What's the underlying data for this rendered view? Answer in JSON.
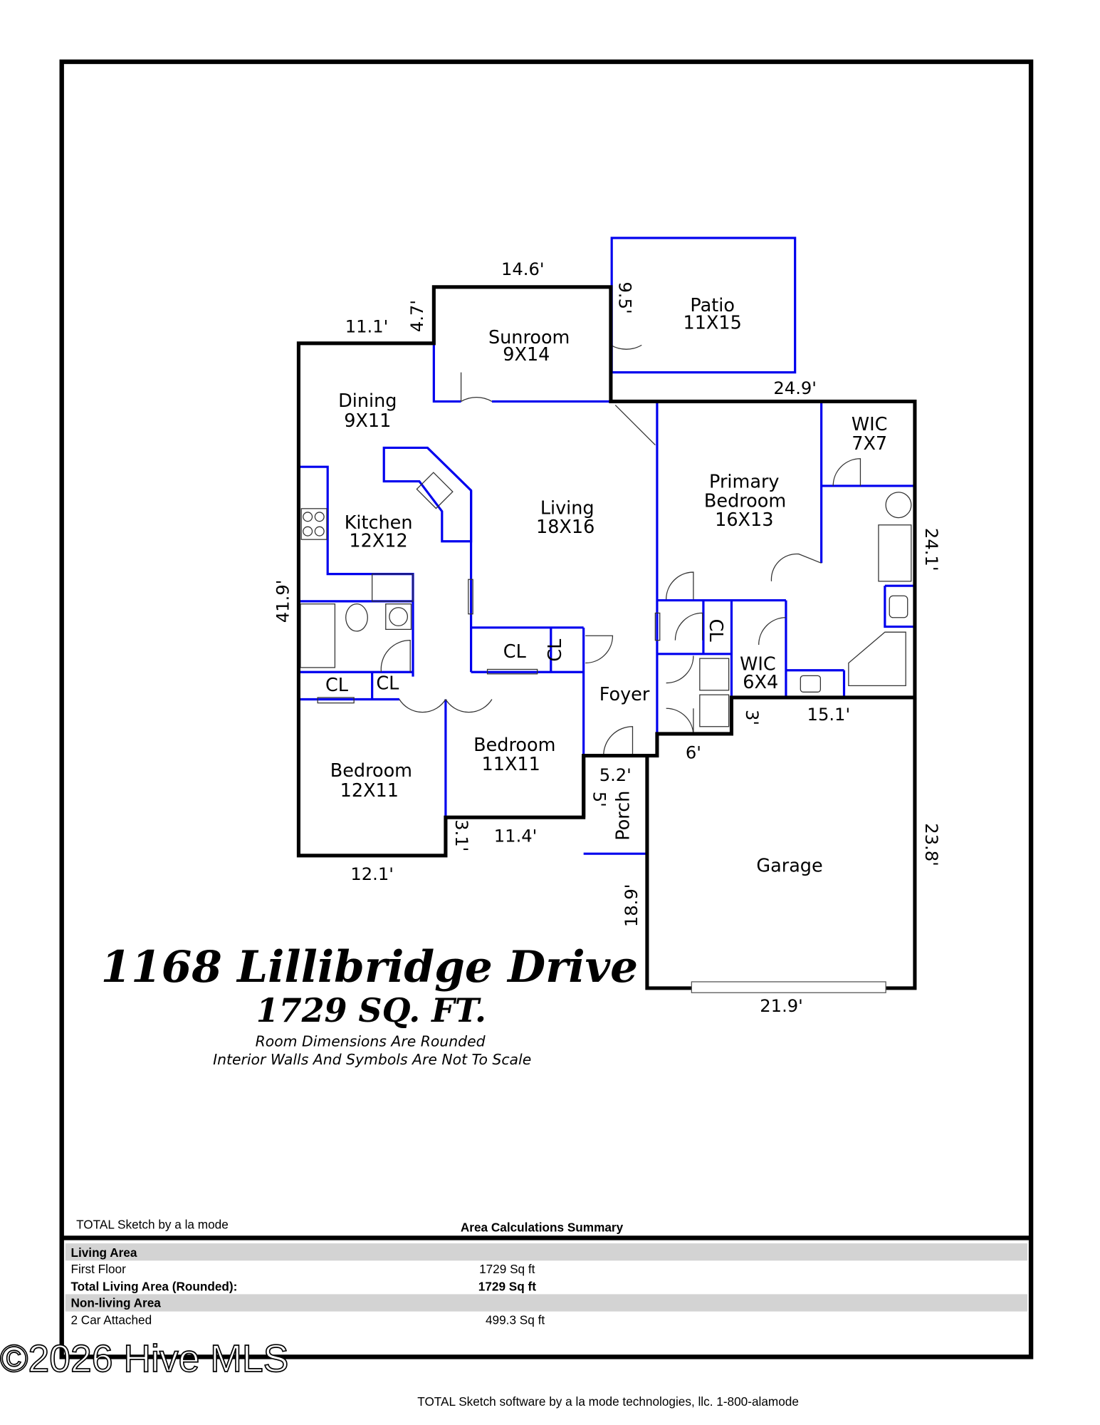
{
  "plan": {
    "rooms": {
      "patio": {
        "name": "Patio",
        "size": "11X15"
      },
      "sunroom": {
        "name": "Sunroom",
        "size": "9X14"
      },
      "dining": {
        "name": "Dining",
        "size": "9X11"
      },
      "kitchen": {
        "name": "Kitchen",
        "size": "12X12"
      },
      "living": {
        "name": "Living",
        "size": "18X16"
      },
      "primary": {
        "name1": "Primary",
        "name2": "Bedroom",
        "size": "16X13"
      },
      "wic1": {
        "name": "WIC",
        "size": "7X7"
      },
      "wic2": {
        "name": "WIC",
        "size": "6X4"
      },
      "cl": "CL",
      "foyer": "Foyer",
      "bedroom_mid": {
        "name": "Bedroom",
        "size": "11X11"
      },
      "bedroom_left": {
        "name": "Bedroom",
        "size": "12X11"
      },
      "porch": "Porch",
      "garage": "Garage"
    },
    "dimensions": {
      "d14_6": "14.6'",
      "d11_1": "11.1'",
      "d4_7": "4.7'",
      "d9_5": "9.5'",
      "d24_9": "24.9'",
      "d24_1": "24.1'",
      "d41_9": "41.9'",
      "d15_1": "15.1'",
      "d3": "3'",
      "d6": "6'",
      "d5_2": "5.2'",
      "d5": "5'",
      "d3_1": "3.1'",
      "d11_4": "11.4'",
      "d12_1": "12.1'",
      "d23_8": "23.8'",
      "d18_9": "18.9'",
      "d21_9": "21.9'"
    },
    "address": "1168 Lillibridge Drive",
    "sqft": "1729 SQ. FT.",
    "note1": "Room Dimensions Are Rounded",
    "note2": "Interior Walls And Symbols Are Not To Scale"
  },
  "summary": {
    "credit": "TOTAL Sketch by a la mode",
    "title": "Area Calculations Summary",
    "rows": [
      {
        "label": "Living Area",
        "value": ""
      },
      {
        "label": "First Floor",
        "value": "1729 Sq ft"
      },
      {
        "label": "Total Living Area (Rounded):",
        "value": "1729 Sq ft"
      },
      {
        "label": "Non-living Area",
        "value": ""
      },
      {
        "label": "2 Car Attached",
        "value": "499.3 Sq ft"
      }
    ]
  },
  "watermark": "©2026 Hive MLS",
  "footer": "TOTAL Sketch software by a la mode technologies, llc. 1-800-alamode"
}
